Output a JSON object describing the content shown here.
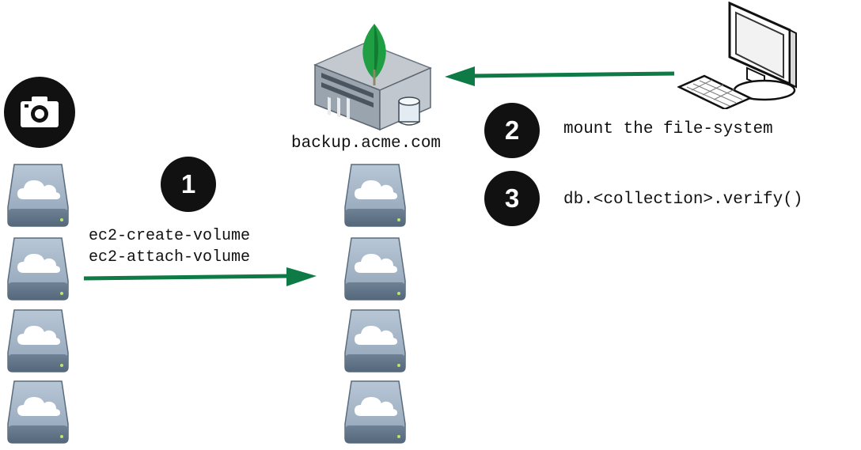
{
  "icons": {
    "snapshot": "camera-icon",
    "server": "server-icon",
    "workstation": "computer-icon",
    "volume": "cloud-drive-icon",
    "database_leaf": "leaf-icon"
  },
  "colors": {
    "arrow": "#0e7a45",
    "badge": "#111111",
    "drive": "#7f93a8"
  },
  "server": {
    "hostname": "backup.acme.com"
  },
  "steps": [
    {
      "number": "1",
      "commands": [
        "ec2-create-volume",
        "ec2-attach-volume"
      ]
    },
    {
      "number": "2",
      "text": "mount the file-system"
    },
    {
      "number": "3",
      "text": "db.<collection>.verify()"
    }
  ]
}
